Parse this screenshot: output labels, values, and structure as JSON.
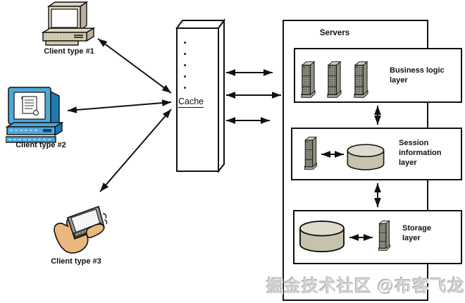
{
  "clients": [
    {
      "label": "Client type #1",
      "icon": "desktop-computer-icon"
    },
    {
      "label": "Client type #2",
      "icon": "terminal-workstation-icon"
    },
    {
      "label": "Client type #3",
      "icon": "handheld-pda-icon"
    }
  ],
  "cache": {
    "label": "Cache"
  },
  "servers": {
    "title": "Servers",
    "layers": [
      {
        "label": "Business logic layer",
        "icons": [
          "server-tower-icon",
          "server-tower-icon",
          "server-tower-icon"
        ]
      },
      {
        "label": "Session information layer",
        "icons": [
          "server-tower-icon",
          "database-cylinder-icon"
        ]
      },
      {
        "label": "Storage layer",
        "icons": [
          "database-cylinder-icon",
          "server-tower-icon"
        ]
      }
    ]
  },
  "watermark": "掘金技术社区 @布客飞龙",
  "colors": {
    "outline": "#111111",
    "client1_beige": "#ded8c2",
    "client1_beige_dark": "#b9b19a",
    "client2_blue": "#4fa8da",
    "client2_blue_dark": "#1d7ab2",
    "hand_tan": "#eab87c",
    "server_gray": "#76766b",
    "server_gray_light": "#cfcfc2",
    "cylinder_body": "#c6c2ac",
    "cylinder_top": "#dedacc",
    "watermark_gray": "#d4d4d4"
  }
}
